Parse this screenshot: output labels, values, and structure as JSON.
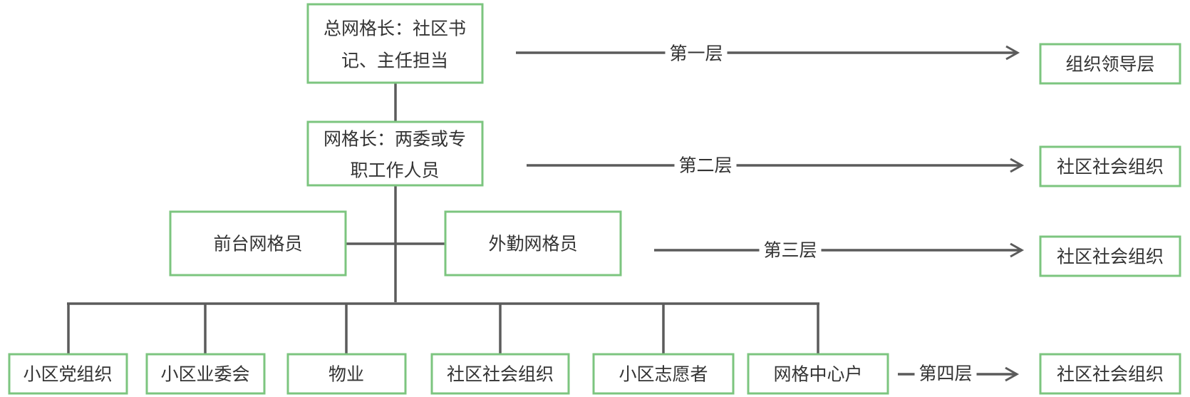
{
  "hierarchy": {
    "top": [
      "总网格长：社区书",
      "记、主任担当"
    ],
    "second": [
      "网格长：两委或专",
      "职工作人员"
    ],
    "third_left": "前台网格员",
    "third_right": "外勤网格员",
    "bottom": [
      "小区党组织",
      "小区业委会",
      "物业",
      "社区社会组织",
      "小区志愿者",
      "网格中心户"
    ]
  },
  "levels": [
    {
      "label": "第一层",
      "target": "组织领导层"
    },
    {
      "label": "第二层",
      "target": "社区社会组织"
    },
    {
      "label": "第三层",
      "target": "社区社会组织"
    },
    {
      "label": "第四层",
      "target": "社区社会组织"
    }
  ],
  "colors": {
    "box_border": "#7cc57f",
    "line": "#5b5b5b",
    "text": "#333333"
  }
}
